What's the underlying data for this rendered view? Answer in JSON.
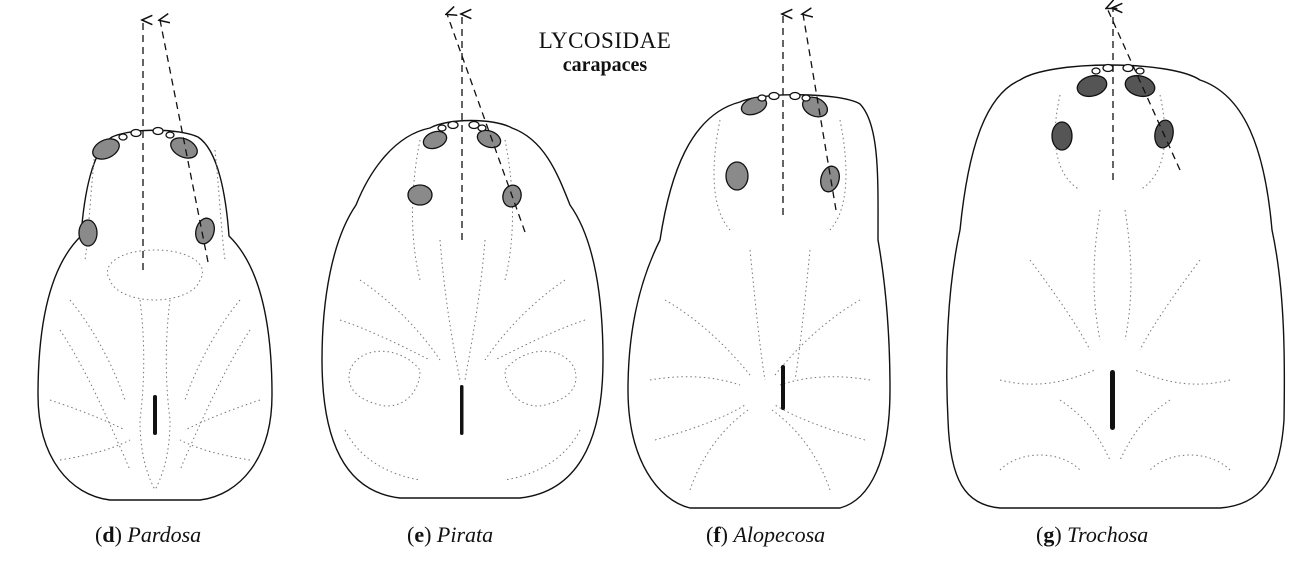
{
  "heading": {
    "family": "LYCOSIDAE",
    "subtitle": "carapaces"
  },
  "panels": [
    {
      "letter": "d",
      "genus": "Pardosa"
    },
    {
      "letter": "e",
      "genus": "Pirata"
    },
    {
      "letter": "f",
      "genus": "Alopecosa"
    },
    {
      "letter": "g",
      "genus": "Trochosa"
    }
  ],
  "colors": {
    "ink": "#111111",
    "dotted": "#777777",
    "eye_fill": "#8a8a8a"
  }
}
